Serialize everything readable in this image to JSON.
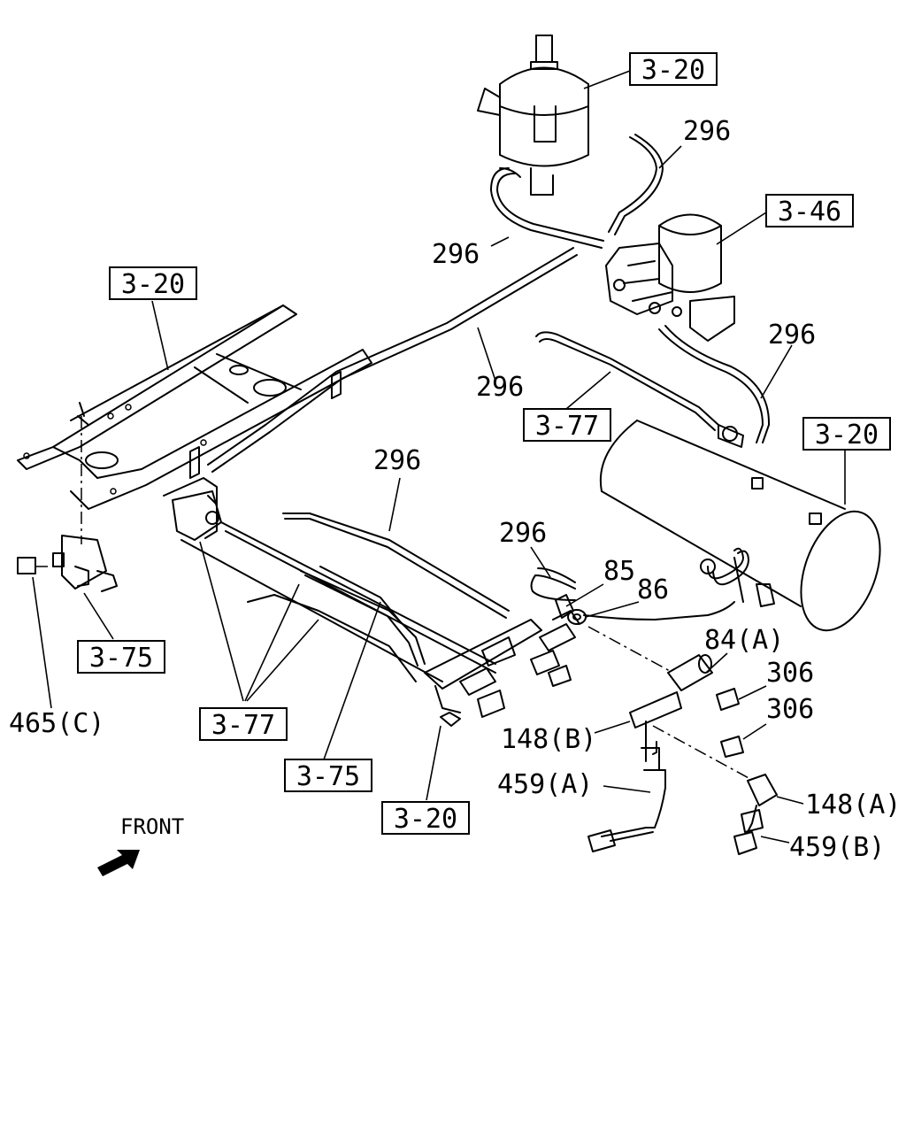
{
  "boxed_callouts": {
    "tank_top": "3-20",
    "dryer": "3-46",
    "frame_top": "3-20",
    "pipe_right": "3-77",
    "tank_right": "3-20",
    "valve_left": "3-75",
    "pipes_lower": "3-77",
    "pipe_middle": "3-75",
    "bracket_lower": "3-20"
  },
  "callouts": {
    "hose_top_right": "296",
    "hose_mid_left": "296",
    "hose_dryer_right": "296",
    "pipe_long": "296",
    "pipe_center": "296",
    "u_hose": "296",
    "part_85": "85",
    "part_86": "86",
    "part_84a": "84(A)",
    "part_306a": "306",
    "part_306b": "306",
    "part_148b": "148(B)",
    "part_148a": "148(A)",
    "part_459a": "459(A)",
    "part_459b": "459(B)",
    "part_465c": "465(C)"
  },
  "front_indicator": {
    "label": "FRONT"
  }
}
